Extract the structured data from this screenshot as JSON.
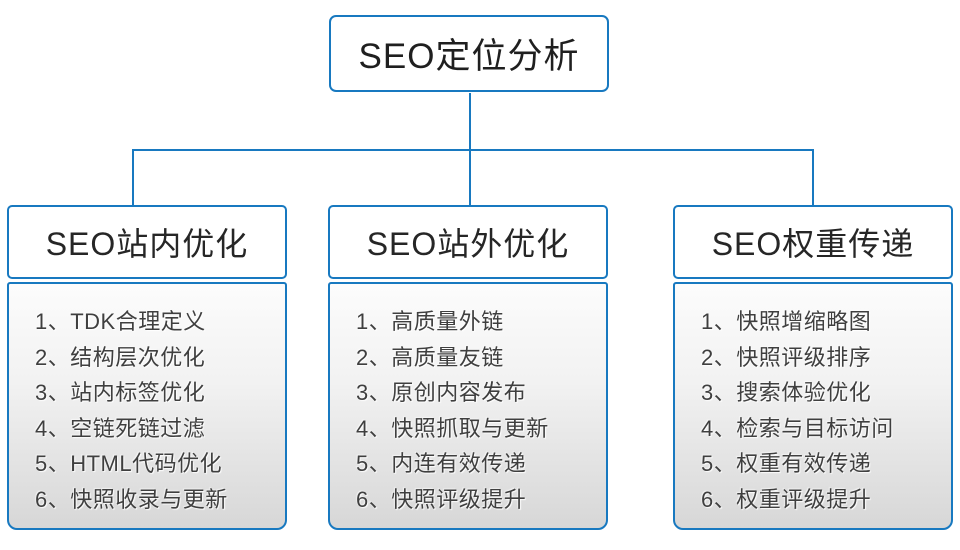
{
  "diagram": {
    "root": {
      "label": "SEO定位分析"
    },
    "columns": [
      {
        "header": "SEO站内优化",
        "items": [
          "1、TDK合理定义",
          "2、结构层次优化",
          "3、站内标签优化",
          "4、空链死链过滤",
          "5、HTML代码优化",
          "6、快照收录与更新"
        ]
      },
      {
        "header": "SEO站外优化",
        "items": [
          "1、高质量外链",
          "2、高质量友链",
          "3、原创内容发布",
          "4、快照抓取与更新",
          "5、内连有效传递",
          "6、快照评级提升"
        ]
      },
      {
        "header": "SEO权重传递",
        "items": [
          "1、快照增缩略图",
          "2、快照评级排序",
          "3、搜索体验优化",
          "4、检索与目标访问",
          "5、权重有效传递",
          "6、权重评级提升"
        ]
      }
    ],
    "colors": {
      "accent_blue": "#1879c0",
      "header_text": "#262626",
      "item_text": "#3f3f3f",
      "panel_gradient_top": "#fcfcfc",
      "panel_gradient_bottom": "#d7d7d7"
    }
  }
}
